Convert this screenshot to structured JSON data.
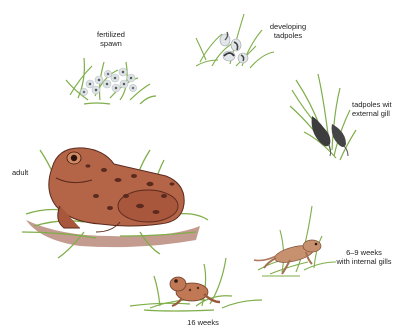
{
  "stages": {
    "spawn": {
      "line1": "fertilized",
      "line2": "spawn"
    },
    "developing": {
      "line1": "developing",
      "line2": "tadpoles"
    },
    "external": {
      "line1": "tadpoles wit",
      "line2": "external gill"
    },
    "internal": {
      "line1": "6–9 weeks",
      "line2": "with internal gills"
    },
    "froglet": {
      "line1": "16 weeks"
    },
    "adult": {
      "line1": "adult"
    }
  },
  "colors": {
    "grass": "#7fae4a",
    "egg": "#dfe4e6",
    "egg_core": "#3a3a3a",
    "tadpole": "#3b3b3b",
    "frog_body": "#b46447",
    "frog_spots": "#5a2a1e",
    "soil": "#b07a6a"
  },
  "icons": [
    "grass-tuft-icon",
    "frog-spawn-icon",
    "tadpole-icon",
    "froglet-icon",
    "adult-frog-icon"
  ]
}
